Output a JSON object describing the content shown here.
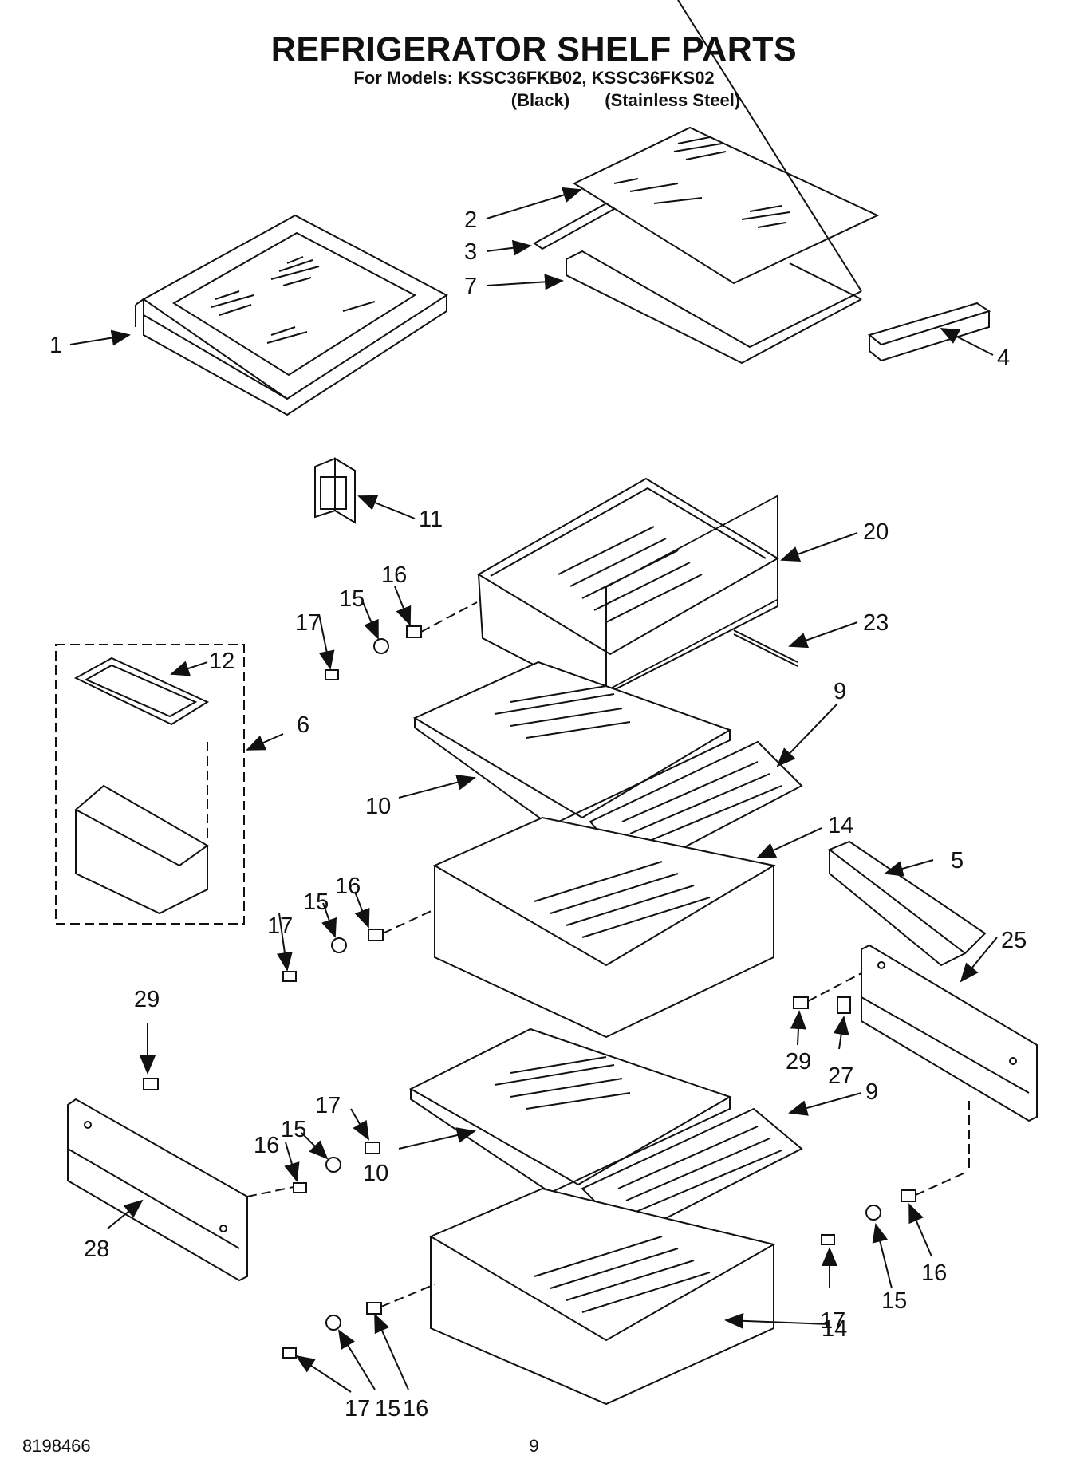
{
  "header": {
    "title": "REFRIGERATOR SHELF PARTS",
    "models_line": "For Models: KSSC36FKB02, KSSC36FKS02",
    "color_black": "(Black)",
    "color_stainless": "(Stainless Steel)"
  },
  "footer": {
    "doc_number": "8198466",
    "page_number": "9"
  },
  "callouts": {
    "c1": "1",
    "c2": "2",
    "c3": "3",
    "c4": "4",
    "c5": "5",
    "c6": "6",
    "c7": "7",
    "c9a": "9",
    "c9b": "9",
    "c10a": "10",
    "c10b": "10",
    "c11": "11",
    "c12": "12",
    "c14a": "14",
    "c14b": "14",
    "c15a": "15",
    "c15b": "15",
    "c15c": "15",
    "c15d": "15",
    "c15e": "15",
    "c16a": "16",
    "c16b": "16",
    "c16c": "16",
    "c16d": "16",
    "c16e": "16",
    "c17a": "17",
    "c17b": "17",
    "c17c": "17",
    "c17d": "17",
    "c17e": "17",
    "c20": "20",
    "c23": "23",
    "c25": "25",
    "c27": "27",
    "c28": "28",
    "c29a": "29",
    "c29b": "29"
  }
}
